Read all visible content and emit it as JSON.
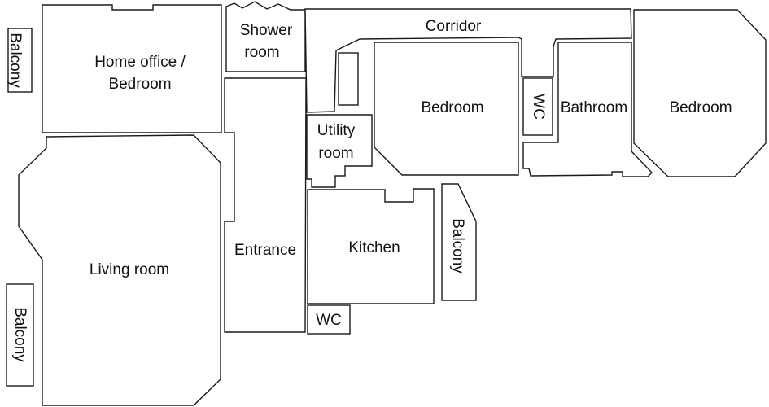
{
  "floor_plan": {
    "rooms": {
      "home_office": {
        "line1": "Home office /",
        "line2": "Bedroom"
      },
      "balcony_top_left": {
        "label": "Balcony"
      },
      "shower_room": {
        "line1": "Shower",
        "line2": "room"
      },
      "corridor": {
        "label": "Corridor"
      },
      "bedroom_center": {
        "label": "Bedroom"
      },
      "wc_upper": {
        "label": "WC"
      },
      "bathroom": {
        "label": "Bathroom"
      },
      "bedroom_right": {
        "label": "Bedroom"
      },
      "utility_room": {
        "line1": "Utility",
        "line2": "room"
      },
      "entrance": {
        "label": "Entrance"
      },
      "kitchen": {
        "label": "Kitchen"
      },
      "balcony_kitchen": {
        "label": "Balcony"
      },
      "wc_lower": {
        "label": "WC"
      },
      "living_room": {
        "label": "Living room"
      },
      "balcony_bottom_left": {
        "label": "Balcony"
      }
    }
  }
}
